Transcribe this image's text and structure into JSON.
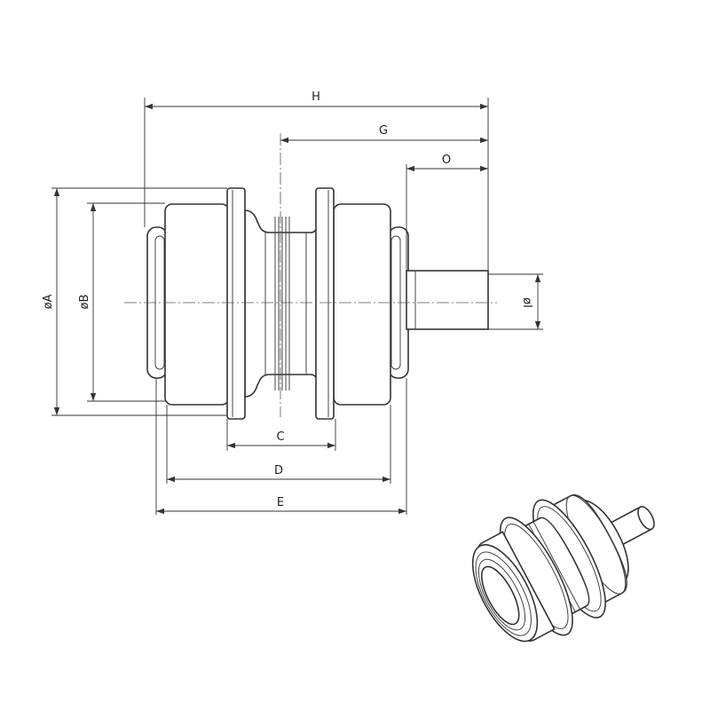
{
  "dimensions": {
    "H": "H",
    "G": "G",
    "O": "O",
    "C": "C",
    "D": "D",
    "E": "E",
    "A": "øA",
    "B": "øB",
    "I": "øI"
  },
  "colors": {
    "line": "#333333",
    "background": "#ffffff"
  }
}
